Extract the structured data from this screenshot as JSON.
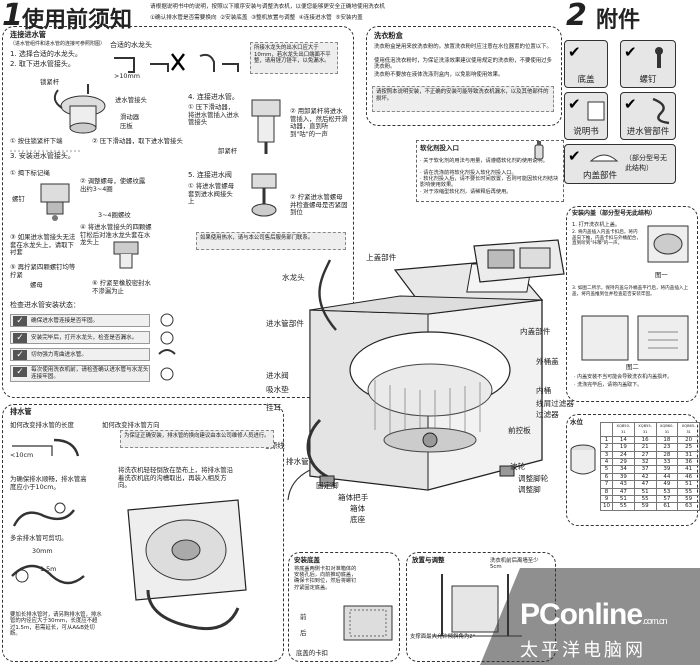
{
  "header": {
    "section1_num": "1",
    "section1_title": "使用前须知",
    "section1_intro": "请根据说明书中的说明，按照以下顺序安装与调整洗衣机，以便您能够更安全正确地使用洗衣机",
    "section1_steps": [
      "①确认排水管是否需要换向",
      "②安装底盖",
      "③整机放置与调整",
      "④连接进水管",
      "⑤安装内盖"
    ],
    "section2_num": "2",
    "section2_title": "附件"
  },
  "inlet": {
    "title": "连接进水管",
    "subtitle": "（进水管组件和进水管的连接可参照附图）",
    "step1": "1. 选择合适的水龙头。",
    "step2": "2. 取下进水管接头。",
    "lock_nut": "锁紧杆",
    "inlet_joint": "进水管接头",
    "slide_ring": "滑动器",
    "press_plate": "压板",
    "bolt_a": "①  按住锁紧杆下端",
    "bolt_b": "②  压下滑动器，取下进水管接头",
    "step3": "3. 安装进水管接头。",
    "s3a": "①  揭下标记绳",
    "s3b": "②  调整螺母，使螺纹露出约3~4圈",
    "screw": "螺钉",
    "rim": "3~4圈螺纹",
    "s3c": "③  如果进水管接头无法套在水龙头上，请取下衬套",
    "s3d": "④  将进水管接头的四颗螺钉松后对准水龙头套在水龙头上",
    "s3e": "⑤  再拧紧四颗螺钉均等拧紧",
    "s3f": "⑥  拧紧至橡胶密封水不渗漏为止",
    "nut": "螺母",
    "faucet_title": "合适的水龙头",
    "faucet_size": ">10mm",
    "faucet_note": "所接水龙头的出水口应大于10mm，若水龙头出口端面不平整，请用锉刀锉平，以免漏水。",
    "step4": "4. 连接进水管。",
    "s4a": "①  压下滑动器，将进水管插入进水管接头",
    "s4b": "②  用卸紧杆将进水管插入，然后松开滑动器，直到听到\"咕\"的一声",
    "lever": "卸紧杆",
    "step5": "5. 连接进水阀",
    "s5a": "①  将进水管螺母套到进水阀接头上",
    "s5b": "②  拧紧进水管螺母并检查螺母是否紧固到位",
    "note5": "如果使用热水，请与本公司售后服务部门联系。",
    "check_title": "检查进水管安装状态：",
    "checks": [
      "确保进水管连接是否牢固。",
      "安装完毕后，打开水龙头，检查是否漏水。",
      "切勿强力弯曲进水管。",
      "每次使用洗衣机前，请检查确认进水管与水龙头连接牢固。"
    ]
  },
  "detergent": {
    "title": "洗衣粉盒",
    "lines": [
      "洗衣粉盒是用来放洗衣粉的。放置洗衣粉时应注意在水位器置的位置以下。",
      "使用低泡洗衣粉时，为保证洗涤效果建议使用规定的洗衣粉，不要使用过多洗衣粉。",
      "洗衣粉不要放在液体洗涤剂盒内，以免影响使用效果。"
    ],
    "note": "请按照本说明安装，不正确的安装可能导致洗衣机漏水，以及其他部件的损坏。"
  },
  "softener": {
    "title": "软化剂投入口",
    "lines": [
      "· 关于软化剂的用法与用量，请遵循软化剂的使用说明。",
      "· 请在洗涤前将软化剂投入软化剂投入口。",
      "· 软化剂投入后，请不要长时间放置，否则可能因软化剂结块影响使用效果。",
      "· 对于浓缩型软化剂，请稀释后再使用。"
    ]
  },
  "drain": {
    "title": "排水管",
    "q1": "如何改变排水管的长度",
    "q2": "如何改变排水管方向",
    "len_label": "<10cm",
    "desc1": "为确保排水顺畅，排水管高度应小于10cm。",
    "desc2": "多余排水管可剪切。",
    "diam": "30mm",
    "desc3": "要加长排水管时，请另购排水管，排水管的内径应大于30mm，长度应不超过1.5m，若需延长，可从A&B处切断。",
    "len2": "1.5m",
    "note2": "为保证正确安装，排水管的换向建议由本公司维修人员进行。",
    "desc4": "将洗衣机轻轻倒放在垫布上，将排水管沿着洗衣机底的沟槽取出，再装入相反方向。"
  },
  "labels": {
    "faucet": "水龙头",
    "inlet_assembly": "进水管部件",
    "inlet_valve": "进水阀",
    "suction": "吸水垫",
    "hook": "挂耳",
    "power_cord": "电源线",
    "drain_hose": "排水管",
    "fix_frame": "固定脚",
    "box_handle": "箱体把手",
    "box": "箱体",
    "base": "底座",
    "top_assembly": "上盖部件",
    "inner_assembly": "内盖部件",
    "outer_lid": "外桶盖",
    "inner_tub": "内桶",
    "lint_filter": "线屑过滤器",
    "filter": "过滤器",
    "front_plate": "前控板",
    "pulsator": "波轮",
    "adj_foot": "调整脚轮",
    "adj_foot2": "调整脚"
  },
  "install": {
    "title": "安装底盖",
    "desc": "将底盖两侧卡扣对准箱体的安装孔后，向前推动底盖，确保卡扣到位，然后将螺钉拧紧固定底盖。",
    "front": "前",
    "back": "后",
    "bottom": "底盖的卡扣"
  },
  "level": {
    "title": "放置与调整",
    "desc1": "洗衣机前后离墙至少5cm",
    "desc2": "支撑面最大允许倾斜角为2°"
  },
  "accessories": {
    "items": [
      "底盖",
      "螺钉",
      "说明书",
      "进水管部件",
      "内盖部件"
    ],
    "extra": "（部分型号无此结构）"
  },
  "inner_lid": {
    "title": "安装内盖（部分型号无此结构）",
    "l1": "1. 打开洗衣机上盖。",
    "l2": "2. 将内盖插入内盖卡扣后，将内盖向下推，内盖卡扣与外桶配合，直到听到\"咔嚓\"的一声。",
    "l3": "3. 如图二所示，保持内盖与外桶盖平行后，将内盖插入上盖，将内盖推到位并检查是否安装牢固。",
    "fig1": "图一",
    "fig2": "图二",
    "warn": "· 内盖安装不当可能会导致洗衣机内盖损坏。",
    "warn2": "· 洗涤完毕后，请将内盖取下。"
  },
  "water": {
    "title": "水位",
    "cols": [
      "XQB50-31",
      "XQB55-31",
      "XQB60-31",
      "XQB65-31"
    ],
    "rows": [
      [
        "1",
        "14",
        "16",
        "18",
        "20"
      ],
      [
        "2",
        "19",
        "21",
        "23",
        "25"
      ],
      [
        "3",
        "24",
        "27",
        "28",
        "31"
      ],
      [
        "4",
        "29",
        "32",
        "33",
        "36"
      ],
      [
        "5",
        "34",
        "37",
        "39",
        "41"
      ],
      [
        "6",
        "39",
        "42",
        "44",
        "46"
      ],
      [
        "7",
        "43",
        "47",
        "49",
        "51"
      ],
      [
        "8",
        "47",
        "51",
        "53",
        "55"
      ],
      [
        "9",
        "51",
        "55",
        "57",
        "59"
      ],
      [
        "10",
        "55",
        "59",
        "61",
        "63"
      ]
    ]
  },
  "watermark": {
    "brand": "PConline",
    "domain": ".com.cn",
    "cn": "太平洋电脑网"
  }
}
